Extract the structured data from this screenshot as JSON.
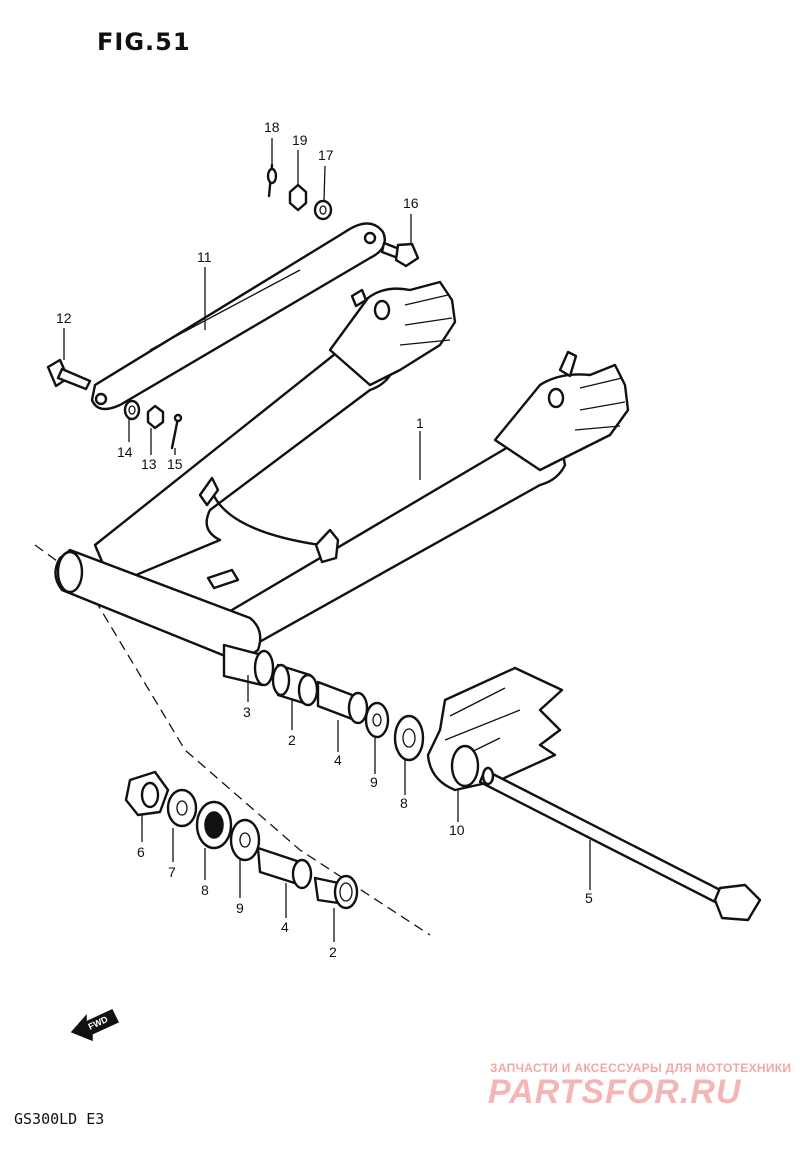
{
  "figure_title": "FIG.51",
  "model_code": "GS300LD E3",
  "fwd_label": "FWD",
  "watermark": {
    "tagline": "ЗАПЧАСТИ И АКСЕССУАРЫ ДЛЯ МОТОТЕХНИКИ",
    "brand": "PARTSFOR.RU"
  },
  "callouts": [
    {
      "id": "c18",
      "label": "18"
    },
    {
      "id": "c19",
      "label": "19"
    },
    {
      "id": "c17",
      "label": "17"
    },
    {
      "id": "c16",
      "label": "16"
    },
    {
      "id": "c11",
      "label": "11"
    },
    {
      "id": "c12",
      "label": "12"
    },
    {
      "id": "c14",
      "label": "14"
    },
    {
      "id": "c13",
      "label": "13"
    },
    {
      "id": "c15",
      "label": "15"
    },
    {
      "id": "c1",
      "label": "1"
    },
    {
      "id": "c3",
      "label": "3"
    },
    {
      "id": "c2a",
      "label": "2"
    },
    {
      "id": "c4a",
      "label": "4"
    },
    {
      "id": "c9a",
      "label": "9"
    },
    {
      "id": "c8a",
      "label": "8"
    },
    {
      "id": "c10",
      "label": "10"
    },
    {
      "id": "c6",
      "label": "6"
    },
    {
      "id": "c7",
      "label": "7"
    },
    {
      "id": "c8b",
      "label": "8"
    },
    {
      "id": "c9b",
      "label": "9"
    },
    {
      "id": "c4b",
      "label": "4"
    },
    {
      "id": "c2b",
      "label": "2"
    },
    {
      "id": "c5",
      "label": "5"
    }
  ]
}
